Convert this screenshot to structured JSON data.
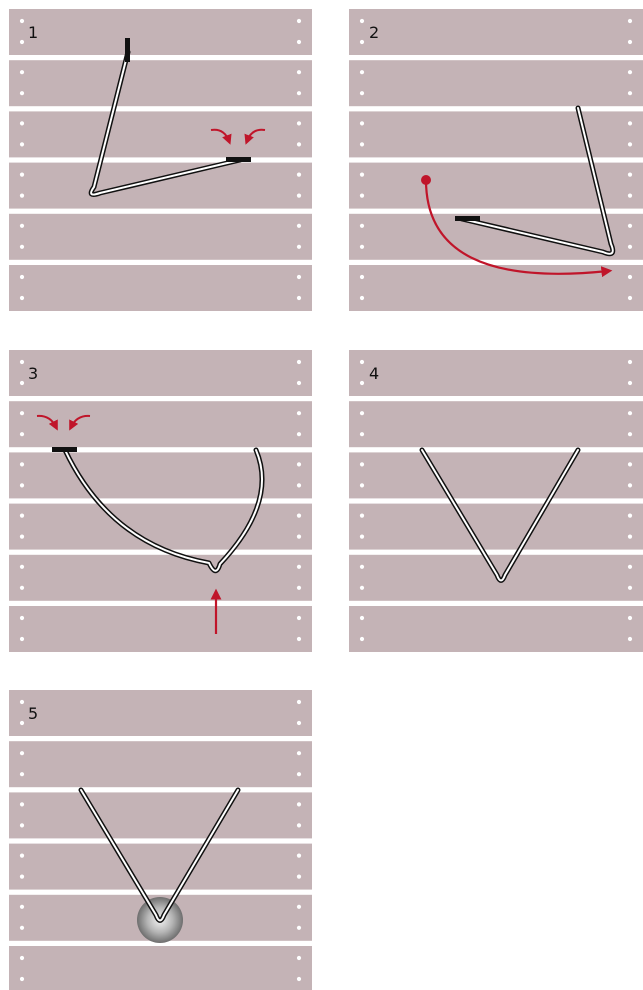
{
  "steps": [
    {
      "number": "1"
    },
    {
      "number": "2"
    },
    {
      "number": "3"
    },
    {
      "number": "4"
    },
    {
      "number": "5"
    }
  ],
  "colors": {
    "board": "#c4b3b6",
    "hole": "#ffffff",
    "wire_outline": "#111111",
    "wire_core": "#ffffff",
    "arrow": "#c0152a",
    "clamp": "#111111"
  }
}
